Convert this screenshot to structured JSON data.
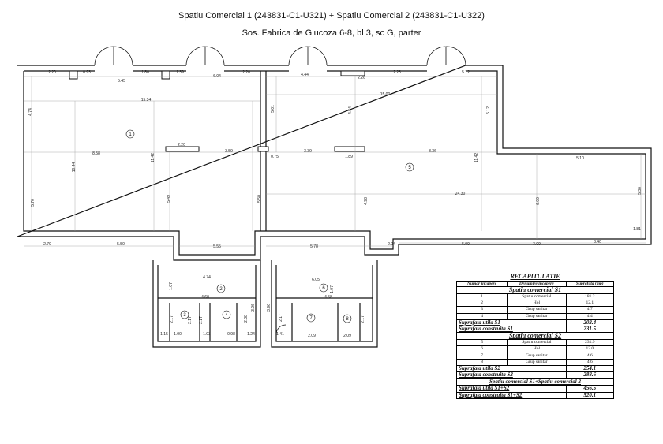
{
  "header": {
    "title": "Spatiu Comercial 1 (243831-C1-U321) + Spatiu Comercial 2 (243831-C1-U322)",
    "address": "Sos. Fabrica de Glucoza 6-8, bl 3, sc G, parter"
  },
  "plan": {
    "room_numbers": [
      "1",
      "2",
      "3",
      "4",
      "5",
      "6",
      "7",
      "8"
    ],
    "dims": [
      "2.20",
      "0.93",
      "5.45",
      "1.80",
      "1.39",
      "6.04",
      "2.20",
      "4.44",
      "2.26",
      "2.28",
      "5.12",
      "15.34",
      "15.00",
      "4.74",
      "5.01",
      "4.64",
      "5.12",
      "2.20",
      "3.59",
      "3.39",
      "8.36",
      "8.58",
      "10.44",
      "11.42",
      "0.75",
      "1.89",
      "5.10",
      "11.42",
      "24.30",
      "5.70",
      "5.49",
      "5.50",
      "4.98",
      "6.00",
      "5.30",
      "1.81",
      "2.79",
      "5.50",
      "5.55",
      "5.78",
      "2.94",
      "5.09",
      "3.09",
      "3.40",
      "4.74",
      "1.07",
      "4.60",
      "2.17",
      "1.00",
      "2.17",
      "1.03",
      "2.17",
      "0.98",
      "2.38",
      "1.24",
      "1.15",
      "3.96",
      "3.96",
      "6.05",
      "1.07",
      "4.58",
      "2.17",
      "1.41",
      "2.09",
      "2.09",
      "2.17"
    ]
  },
  "recap": {
    "title": "RECAPITULATIE",
    "headers": [
      "Numar incapere",
      "Denumire incapere",
      "Suprafata (mp)"
    ],
    "s1_title": "Spatiu comercial S1",
    "s1_rows": [
      {
        "no": "1",
        "name": "Spatiu comercial",
        "area": "181.2"
      },
      {
        "no": "2",
        "name": "Hol",
        "area": "12.1"
      },
      {
        "no": "3",
        "name": "Grup sanitar",
        "area": "4.7"
      },
      {
        "no": "4",
        "name": "Grup sanitar",
        "area": "4.4"
      }
    ],
    "s1_util_label": "Suprafata utila S1",
    "s1_util": "202.4",
    "s1_constr_label": "Suprafata construita S1",
    "s1_constr": "231.5",
    "s2_title": "Spatiu comercial S2",
    "s2_rows": [
      {
        "no": "5",
        "name": "Spatiu comercial",
        "area": "231.9"
      },
      {
        "no": "6",
        "name": "Hol",
        "area": "13.0"
      },
      {
        "no": "7",
        "name": "Grup sanitar",
        "area": "4.6"
      },
      {
        "no": "8",
        "name": "Grup sanitar",
        "area": "4.6"
      }
    ],
    "s2_util_label": "Suprafata utila S2",
    "s2_util": "254.1",
    "s2_constr_label": "Suprafata construita S2",
    "s2_constr": "288.6",
    "total_title": "Spatiu comercial S1+Spatiu comercial 2",
    "total_util_label": "Suprafata utila S1+S2",
    "total_util": "456.5",
    "total_constr_label": "Suprafata construita S1+S2",
    "total_constr": "520.1"
  }
}
